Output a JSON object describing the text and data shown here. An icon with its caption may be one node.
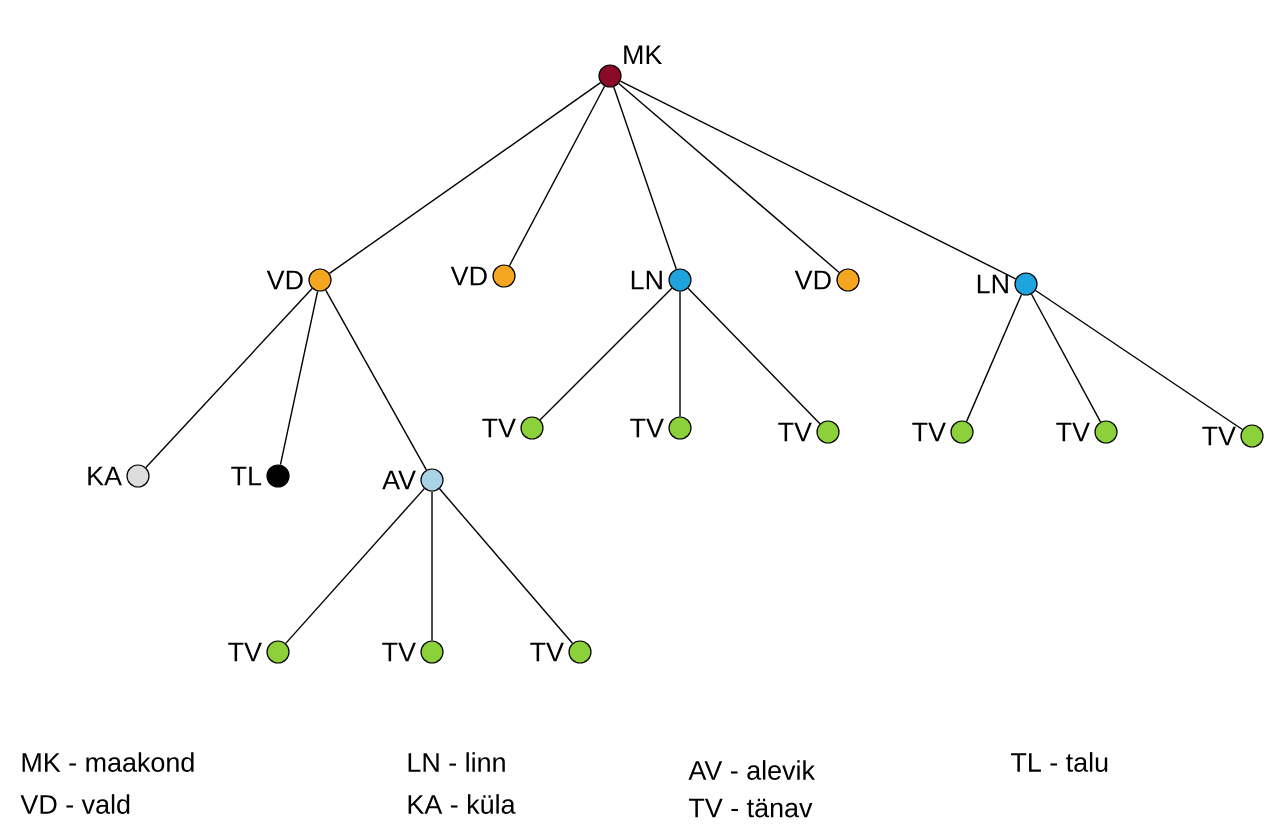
{
  "diagram": {
    "nodes": [
      {
        "text": [
          "MK"
        ]
      },
      {
        "text": [
          "VD"
        ]
      },
      {
        "text": [
          "VD"
        ]
      },
      {
        "text": [
          "LN"
        ]
      },
      {
        "text": [
          "VD"
        ]
      },
      {
        "text": [
          "LN"
        ]
      },
      {
        "text": [
          "KA"
        ]
      },
      {
        "text": [
          "TL"
        ]
      },
      {
        "text": [
          "AV"
        ]
      },
      {
        "text": [
          "TV"
        ]
      },
      {
        "text": [
          "TV"
        ]
      },
      {
        "text": [
          "TV"
        ]
      },
      {
        "text": [
          "TV"
        ]
      },
      {
        "text": [
          "TV"
        ]
      },
      {
        "text": [
          "TV"
        ]
      },
      {
        "text": [
          "TV"
        ]
      },
      {
        "text": [
          "TV"
        ]
      },
      {
        "text": [
          "TV"
        ]
      }
    ],
    "edges": [
      {
        "from": 0,
        "to": 1,
        "arrow": "none"
      },
      {
        "from": 0,
        "to": 2,
        "arrow": "none"
      },
      {
        "from": 0,
        "to": 3,
        "arrow": "none"
      },
      {
        "from": 0,
        "to": 4,
        "arrow": "none"
      },
      {
        "from": 0,
        "to": 5,
        "arrow": "none"
      },
      {
        "from": 1,
        "to": 6,
        "arrow": "none"
      },
      {
        "from": 1,
        "to": 7,
        "arrow": "none"
      },
      {
        "from": 1,
        "to": 8,
        "arrow": "none"
      },
      {
        "from": 3,
        "to": 9,
        "arrow": "none"
      },
      {
        "from": 3,
        "to": 10,
        "arrow": "none"
      },
      {
        "from": 3,
        "to": 11,
        "arrow": "none"
      },
      {
        "from": 5,
        "to": 12,
        "arrow": "none"
      },
      {
        "from": 5,
        "to": 13,
        "arrow": "none"
      },
      {
        "from": 5,
        "to": 14,
        "arrow": "none"
      },
      {
        "from": 8,
        "to": 15,
        "arrow": "none"
      },
      {
        "from": 8,
        "to": 16,
        "arrow": "none"
      },
      {
        "from": 8,
        "to": 17,
        "arrow": "none"
      }
    ],
    "labels": [
      "MK - maakond",
      "LN - linn",
      "AV - alevik",
      "TL - talu",
      "VD - vald",
      "KA - küla",
      "TV - tänav"
    ]
  }
}
